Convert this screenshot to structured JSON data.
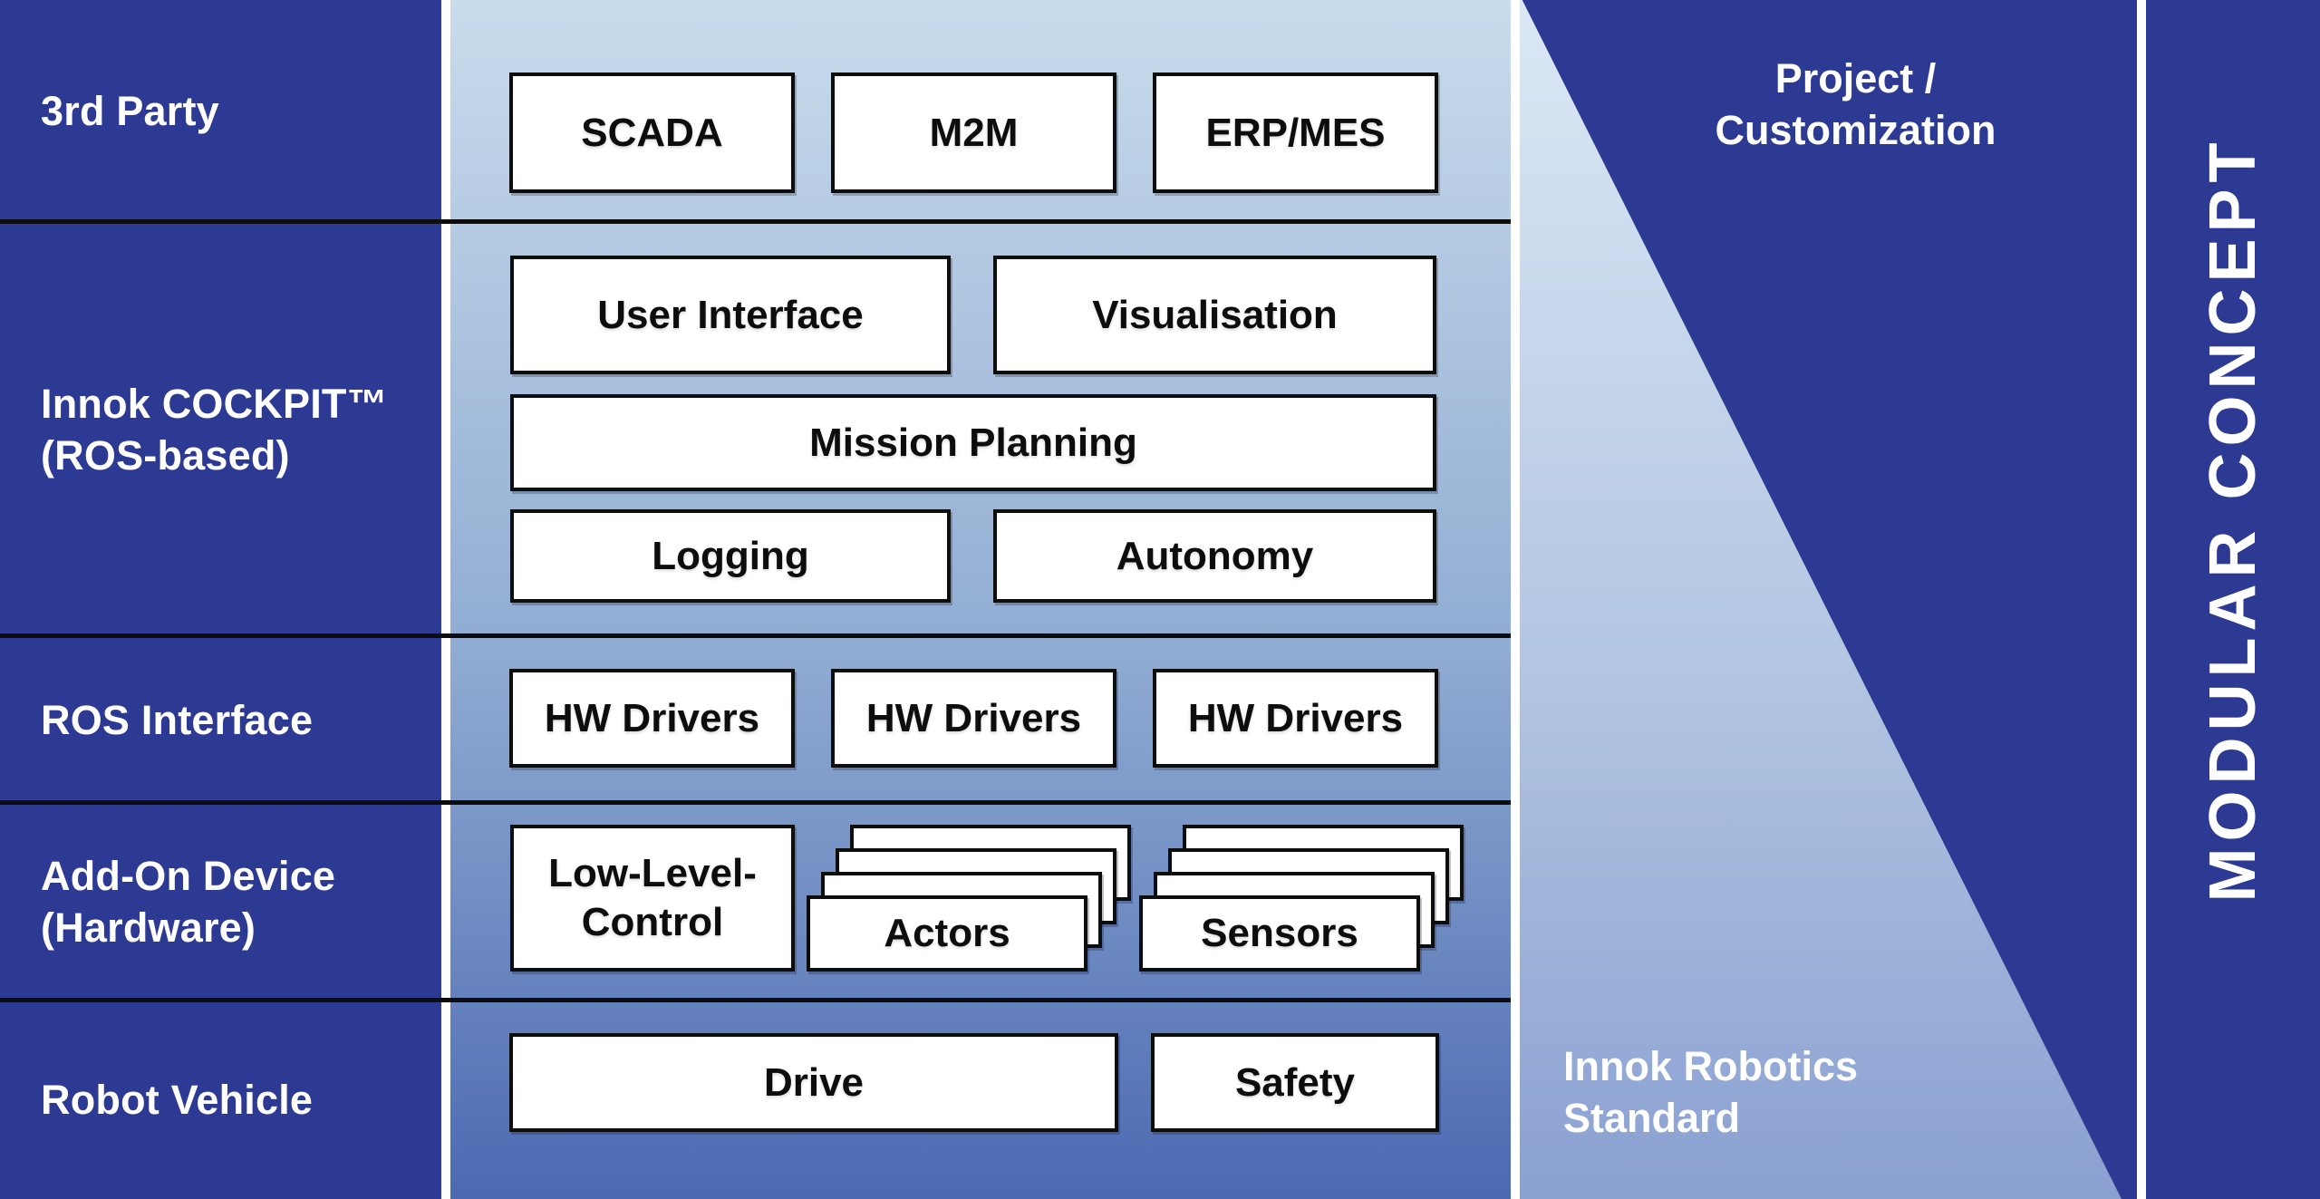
{
  "left_labels": {
    "third_party": "3rd Party",
    "cockpit_line1": "Innok COCKPIT™",
    "cockpit_line2": "(ROS-based)",
    "ros_interface": "ROS Interface",
    "addon_line1": "Add-On Device",
    "addon_line2": "(Hardware)",
    "robot_vehicle": "Robot Vehicle"
  },
  "boxes": {
    "scada": "SCADA",
    "m2m": "M2M",
    "erp_mes": "ERP/MES",
    "user_interface": "User Interface",
    "visualisation": "Visualisation",
    "mission_planning": "Mission Planning",
    "logging": "Logging",
    "autonomy": "Autonomy",
    "hw_drivers_1": "HW Drivers",
    "hw_drivers_2": "HW Drivers",
    "hw_drivers_3": "HW Drivers",
    "low_level_control_line1": "Low-Level-",
    "low_level_control_line2": "Control",
    "actors": "Actors",
    "sensors": "Sensors",
    "drive": "Drive",
    "safety": "Safety"
  },
  "right_panel": {
    "project_line1": "Project /",
    "project_line2": "Customization",
    "standard_line1": "Innok Robotics",
    "standard_line2": "Standard"
  },
  "side_bar": {
    "vertical_label": "MODULAR CONCEPT"
  },
  "colors": {
    "dark_blue": "#2d3a93",
    "divider_black": "#0c0c0c",
    "mid_gradient_top": "#c9dcec",
    "mid_gradient_bottom": "#4c69b2",
    "wedge_gradient_top": "#dbe8f5",
    "wedge_gradient_bottom": "#8aa0d1",
    "box_fill": "#ffffff",
    "text_white": "#ffffff"
  }
}
